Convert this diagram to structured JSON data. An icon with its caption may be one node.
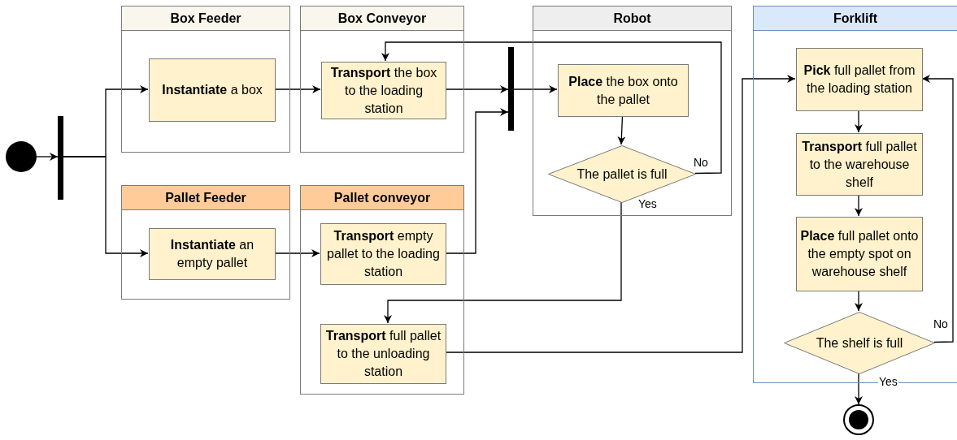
{
  "diagram": {
    "nodes": [
      {
        "text": [],
        "shape": "circle"
      },
      {
        "text": [],
        "shape": "bar"
      },
      {
        "text": [
          "Box Feeder"
        ]
      },
      {
        "text": [
          "**Instantiate** a box"
        ],
        "in": 2
      },
      {
        "text": [
          "Box Conveyor"
        ]
      },
      {
        "text": [
          "**Transport** the box to the loading station"
        ],
        "in": 4
      },
      {
        "text": [
          "Pallet Feeder"
        ]
      },
      {
        "text": [
          "**Instantiate** an empty pallet"
        ],
        "in": 6
      },
      {
        "text": [
          "Pallet conveyor"
        ]
      },
      {
        "text": [
          "**Transport** empty pallet to the loading station"
        ],
        "in": 8
      },
      {
        "text": [
          "**Transport** full pallet to the unloading station"
        ],
        "in": 8
      },
      {
        "text": [],
        "shape": "bar"
      },
      {
        "text": [
          "Robot"
        ]
      },
      {
        "text": [
          "**Place** the box onto the pallet"
        ],
        "in": 12
      },
      {
        "text": [
          "The pallet is full"
        ],
        "in": 12
      },
      {
        "text": [
          "Forklift"
        ]
      },
      {
        "text": [
          "**Pick** full pallet from the loading station"
        ],
        "in": 15
      },
      {
        "text": [
          "**Transport** full pallet to the warehouse shelf"
        ],
        "in": 15
      },
      {
        "text": [
          "**Place** full pallet onto the empty spot on warehouse shelf"
        ],
        "in": 15
      },
      {
        "text": [
          "The shelf is full"
        ],
        "in": 15
      },
      {
        "text": [],
        "shape": "circle"
      }
    ],
    "edges": [
      {
        "from": 0,
        "to": 1,
        "arrow": "to"
      },
      {
        "from": 1,
        "to": 3,
        "arrow": "to"
      },
      {
        "from": 1,
        "to": 7,
        "arrow": "to"
      },
      {
        "from": 3,
        "to": 5,
        "arrow": "to"
      },
      {
        "from": 7,
        "to": 9,
        "arrow": "to"
      },
      {
        "from": 5,
        "to": 11,
        "arrow": "to"
      },
      {
        "from": 9,
        "to": 11,
        "arrow": "to"
      },
      {
        "from": 11,
        "to": 13,
        "arrow": "to"
      },
      {
        "from": 13,
        "to": 14,
        "arrow": "to"
      },
      {
        "from": 14,
        "to": 5,
        "arrow": "to",
        "label": "No"
      },
      {
        "from": 14,
        "to": 10,
        "arrow": "to",
        "label": "Yes"
      },
      {
        "from": 10,
        "to": 16,
        "arrow": "to"
      },
      {
        "from": 16,
        "to": 17,
        "arrow": "to"
      },
      {
        "from": 17,
        "to": 18,
        "arrow": "to"
      },
      {
        "from": 18,
        "to": 19,
        "arrow": "to"
      },
      {
        "from": 19,
        "to": 16,
        "arrow": "to",
        "label": "No"
      },
      {
        "from": 19,
        "to": 20,
        "arrow": "to",
        "label": "Yes"
      }
    ]
  }
}
